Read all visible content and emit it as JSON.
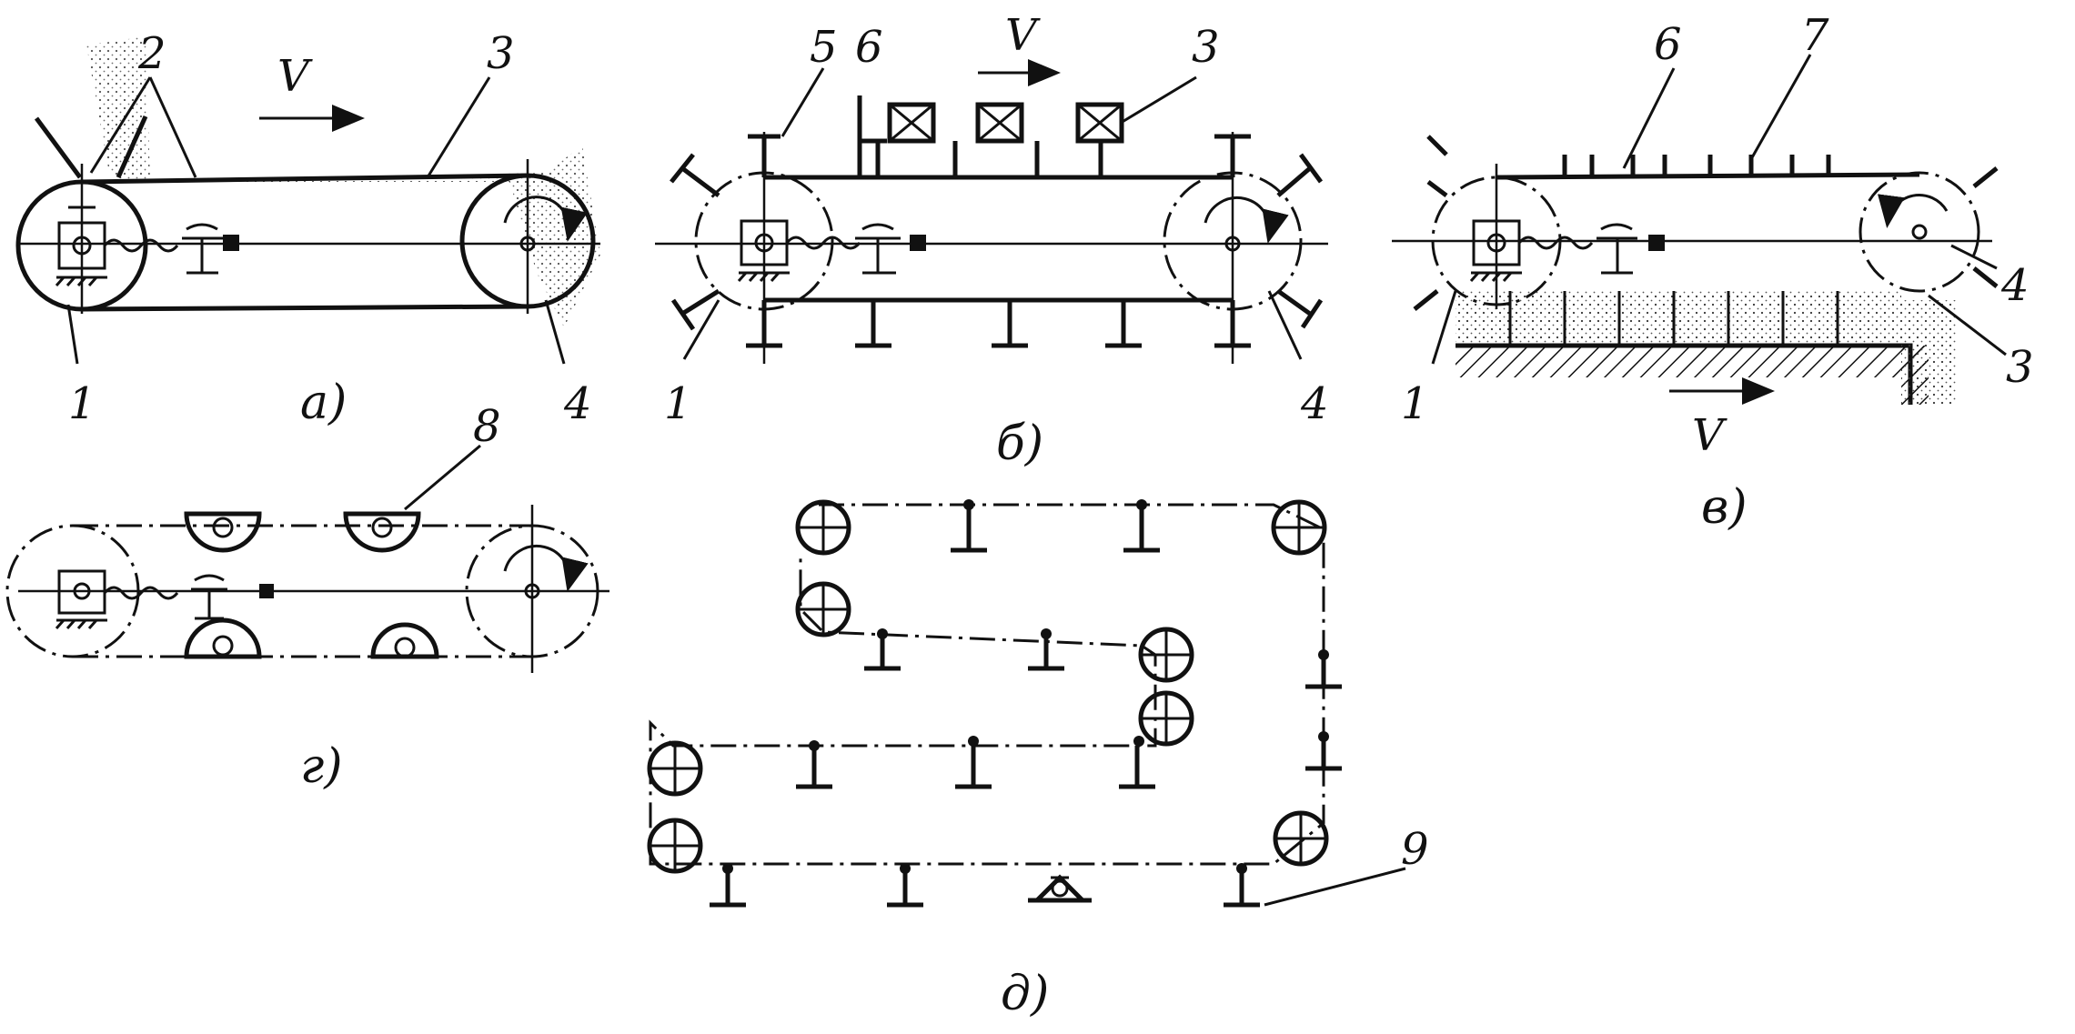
{
  "figures": {
    "a": {
      "caption": "а)",
      "labels": {
        "drive_sprocket": "1",
        "hopper_belt": "2",
        "material": "3",
        "tension_wheel": "4"
      },
      "velocity": "V"
    },
    "b": {
      "caption": "б)",
      "labels": {
        "drive_sprocket": "1",
        "hook": "5",
        "carrier": "6",
        "load": "3",
        "tension_wheel": "4"
      },
      "velocity": "V"
    },
    "v": {
      "caption": "в)",
      "labels": {
        "drive_sprocket": "1",
        "chain": "6",
        "scraper": "7",
        "tension_wheel": "4",
        "bulk": "3"
      },
      "velocity": "V"
    },
    "g": {
      "caption": "г)",
      "labels": {
        "bucket": "8"
      }
    },
    "d": {
      "caption": "д)",
      "labels": {
        "hanger": "9"
      }
    }
  },
  "icons": [
    "drive-gearbox-icon",
    "coupling-icon",
    "motor-icon",
    "rotation-arrow-icon",
    "velocity-arrow-icon"
  ]
}
